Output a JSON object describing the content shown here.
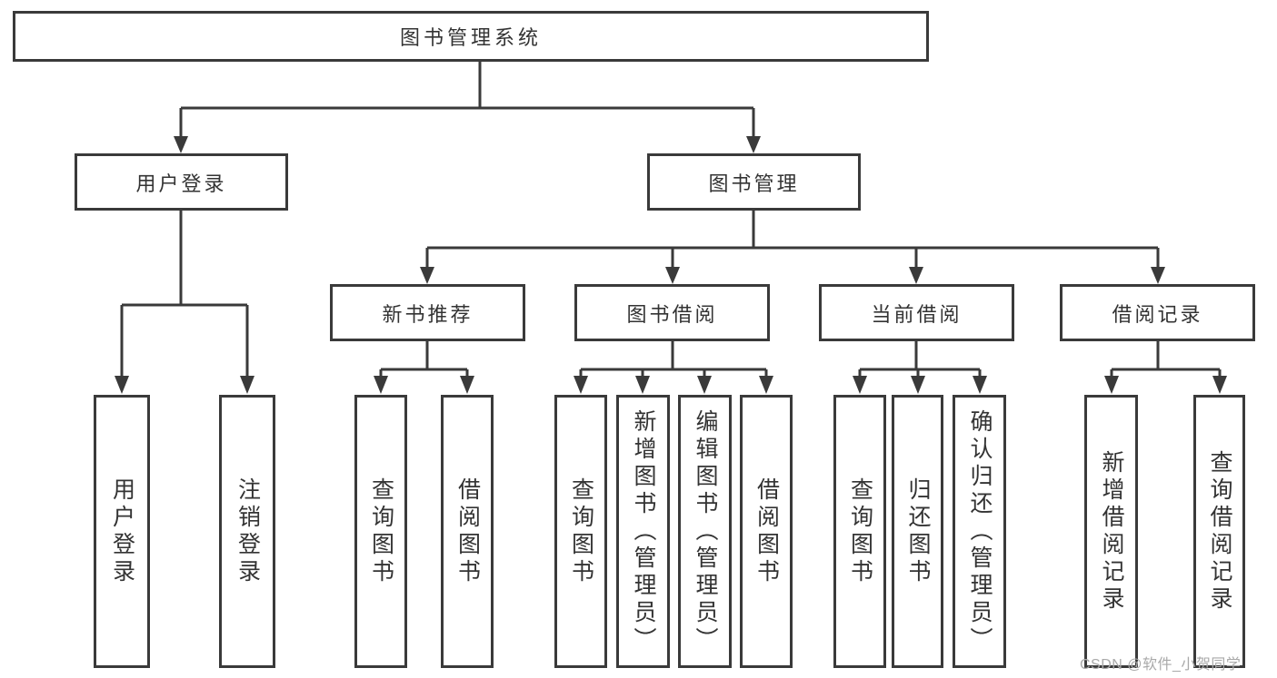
{
  "diagram": {
    "title_note": "library management system functional structure diagram",
    "root": {
      "label": "图书管理系统"
    },
    "level2": [
      {
        "label": "用户登录"
      },
      {
        "label": "图书管理"
      }
    ],
    "level3": [
      {
        "label": "新书推荐",
        "parent": "图书管理"
      },
      {
        "label": "图书借阅",
        "parent": "图书管理"
      },
      {
        "label": "当前借阅",
        "parent": "图书管理"
      },
      {
        "label": "借阅记录",
        "parent": "图书管理"
      }
    ],
    "leaves": [
      {
        "label": "用户登录",
        "parent": "用户登录"
      },
      {
        "label": "注销登录",
        "parent": "用户登录"
      },
      {
        "label": "查询图书",
        "parent": "新书推荐"
      },
      {
        "label": "借阅图书",
        "parent": "新书推荐"
      },
      {
        "label": "查询图书",
        "parent": "图书借阅"
      },
      {
        "label": "新增图书（管理员）",
        "parent": "图书借阅"
      },
      {
        "label": "编辑图书（管理员）",
        "parent": "图书借阅"
      },
      {
        "label": "借阅图书",
        "parent": "图书借阅"
      },
      {
        "label": "查询图书",
        "parent": "当前借阅"
      },
      {
        "label": "归还图书",
        "parent": "当前借阅"
      },
      {
        "label": "确认归还（管理员）",
        "parent": "当前借阅"
      },
      {
        "label": "新增借阅记录",
        "parent": "借阅记录"
      },
      {
        "label": "查询借阅记录",
        "parent": "借阅记录"
      }
    ]
  },
  "watermark": {
    "text": "CSDN @软件_小贺同学"
  },
  "colors": {
    "line": "#3a3a3a",
    "text": "#333333",
    "watermark": "#a9a9a9",
    "background": "#ffffff"
  }
}
